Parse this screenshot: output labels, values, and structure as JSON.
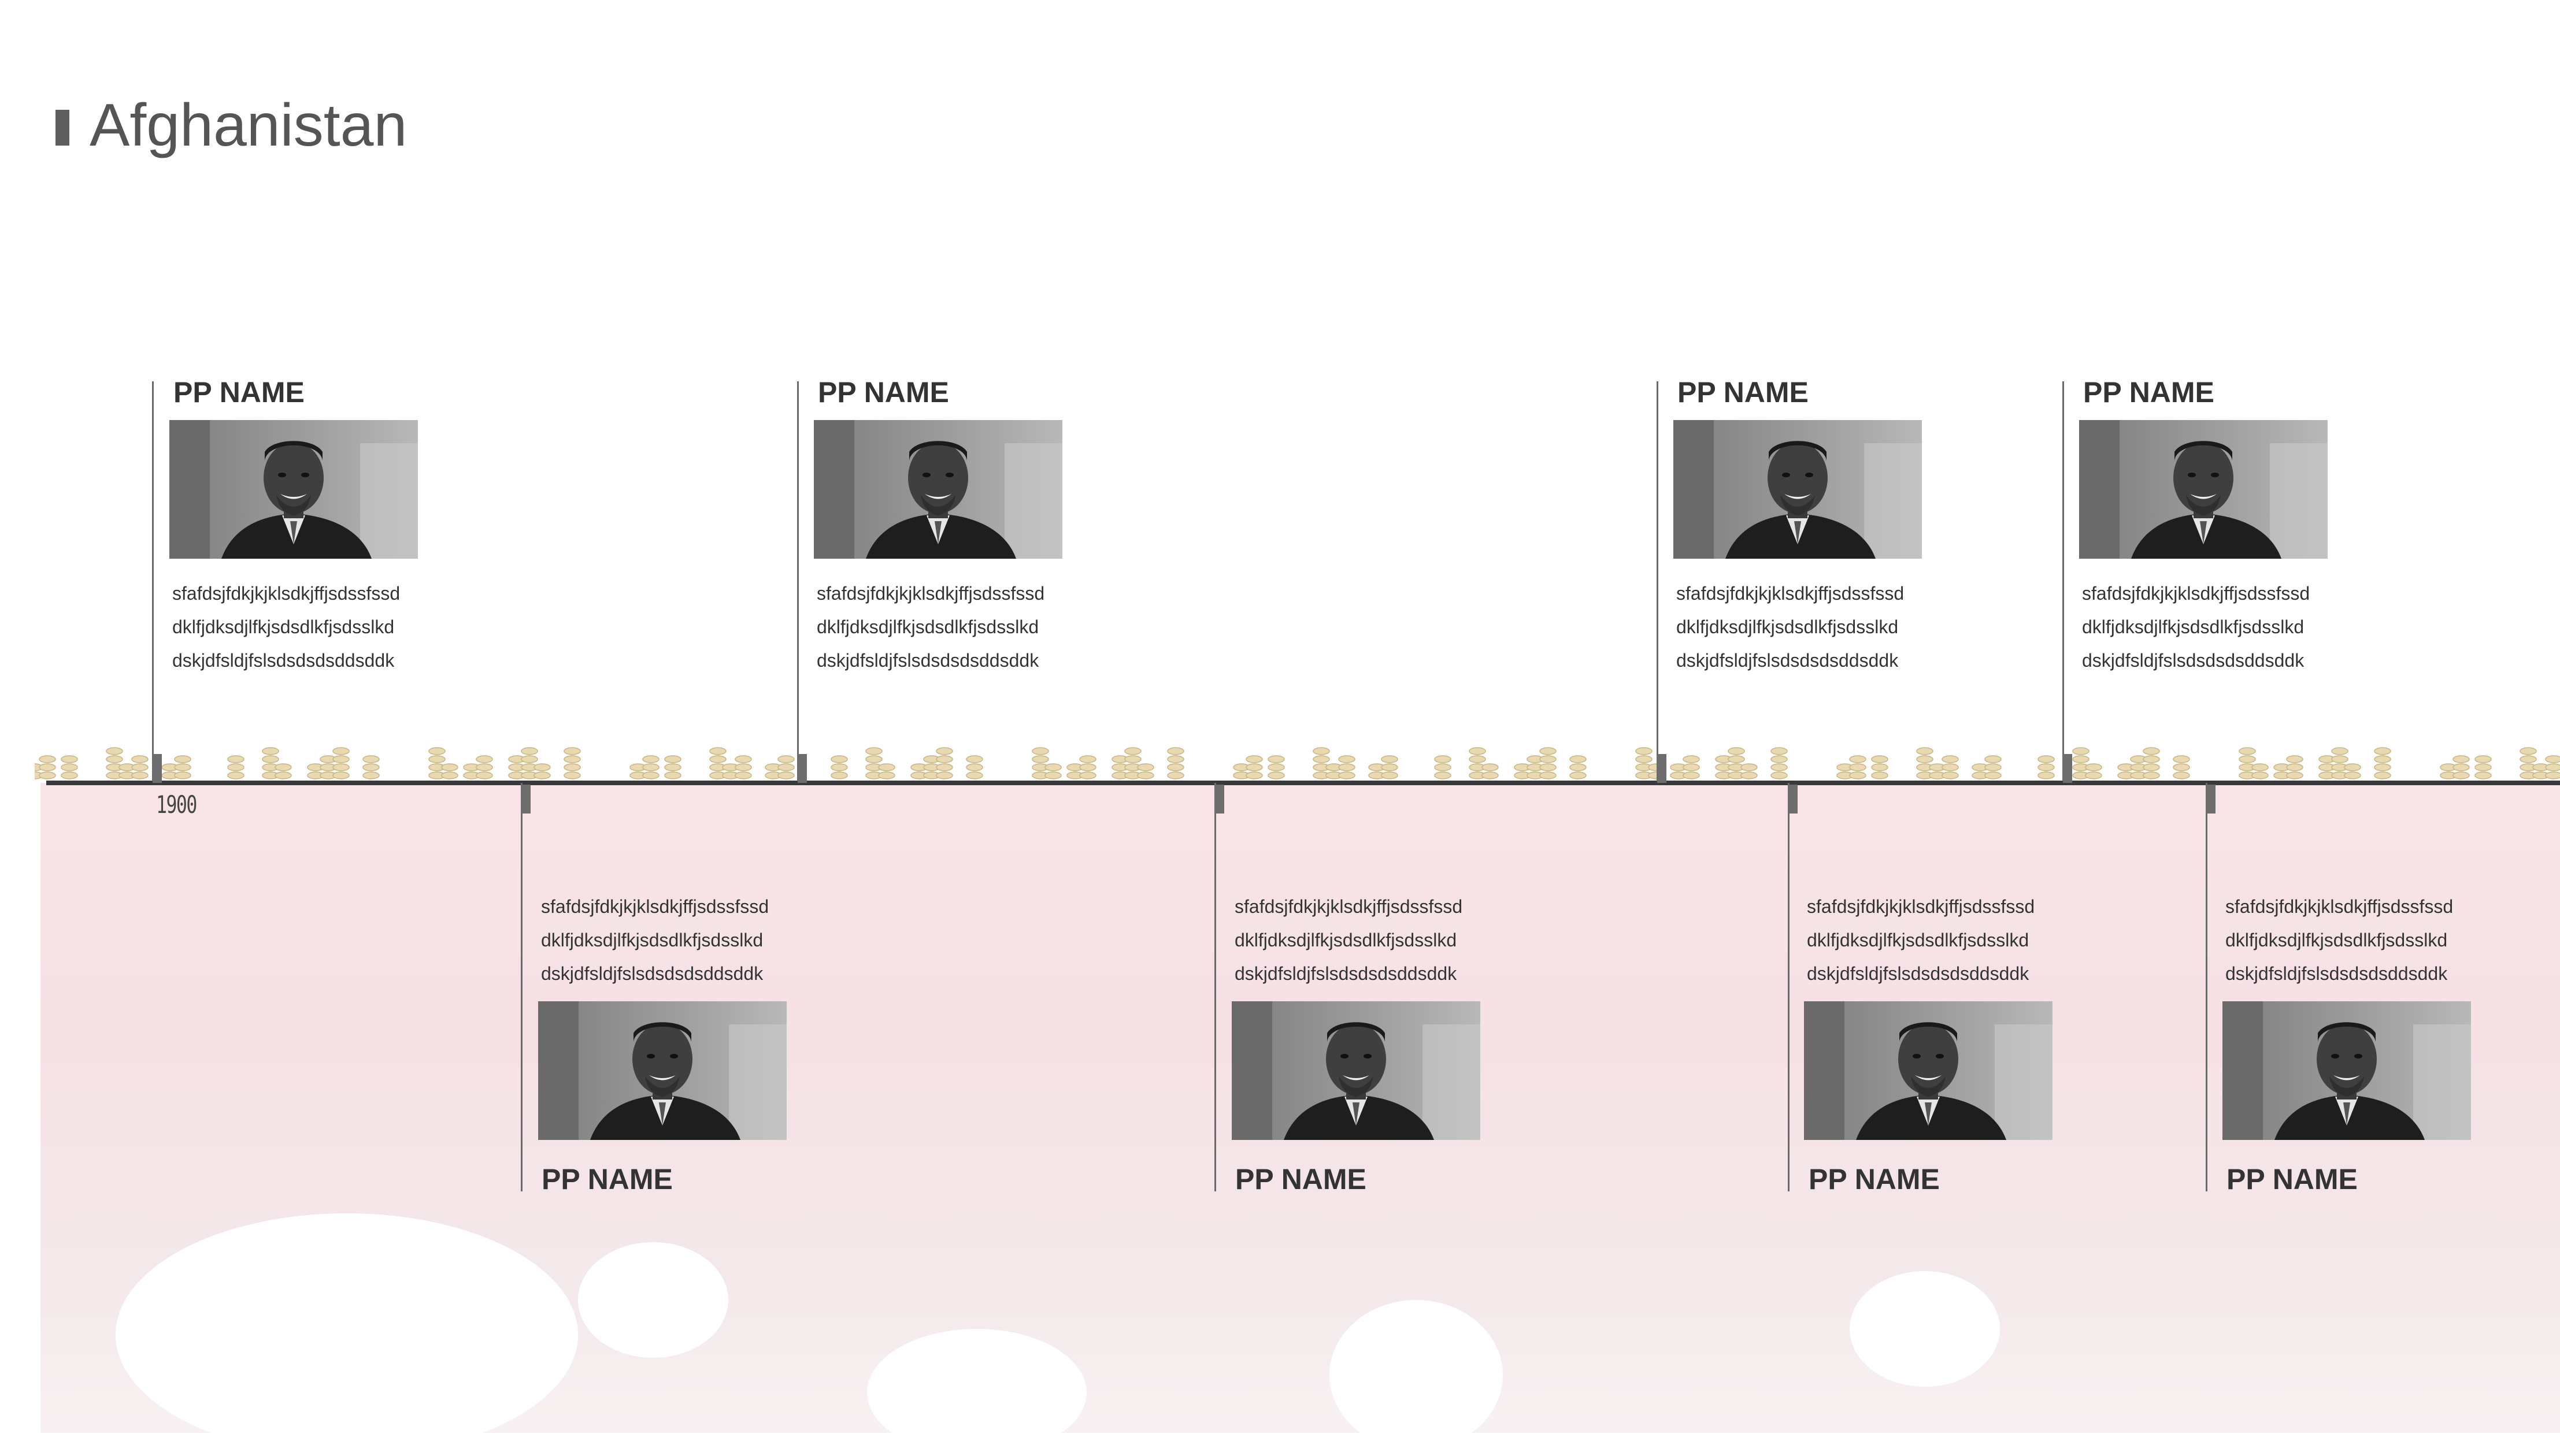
{
  "title": "Afghanistan",
  "axis_label": "1900",
  "top_entries": [
    {
      "name": "PP NAME",
      "lines": [
        "sfafdsjfdkjkjklsdkjffjsdssfssd",
        "dklfjdksdjlfkjsdsdlkfjsdsslkd",
        "dskjdfsldjfslsdsdsdsddsddk"
      ]
    },
    {
      "name": "PP NAME",
      "lines": [
        "sfafdsjfdkjkjklsdkjffjsdssfssd",
        "dklfjdksdjlfkjsdsdlkfjsdsslkd",
        "dskjdfsldjfslsdsdsdsddsddk"
      ]
    },
    {
      "name": "PP NAME",
      "lines": [
        "sfafdsjfdkjkjklsdkjffjsdssfssd",
        "dklfjdksdjlfkjsdsdlkfjsdsslkd",
        "dskjdfsldjfslsdsdsdsddsddk"
      ]
    },
    {
      "name": "PP NAME",
      "lines": [
        "sfafdsjfdkjkjklsdkjffjsdssfssd",
        "dklfjdksdjlfkjsdsdlkfjsdsslkd",
        "dskjdfsldjfslsdsdsdsddsddk"
      ]
    }
  ],
  "bottom_entries": [
    {
      "name": "PP NAME",
      "lines": [
        "sfafdsjfdkjkjklsdkjffjsdssfssd",
        "dklfjdksdjlfkjsdsdlkfjsdsslkd",
        "dskjdfsldjfslsdsdsdsddsddk"
      ]
    },
    {
      "name": "PP NAME",
      "lines": [
        "sfafdsjfdkjkjklsdkjffjsdssfssd",
        "dklfjdksdjlfkjsdsdlkfjsdsslkd",
        "dskjdfsldjfslsdsdsdsddsddk"
      ]
    },
    {
      "name": "PP NAME",
      "lines": [
        "sfafdsjfdkjkjklsdkjffjsdssfssd",
        "dklfjdksdjlfkjsdsdlkfjsdsslkd",
        "dskjdfsldjfslsdsdsdsddsddk"
      ]
    },
    {
      "name": "PP NAME",
      "lines": [
        "sfafdsjfdkjkjklsdkjffjsdssfssd",
        "dklfjdksdjlfkjsdsdlkfjsdsslkd",
        "dskjdfsldjfslsdsdsdsddsddk"
      ]
    }
  ],
  "colors": {
    "axis": "#3a3a3a",
    "title": "#555555",
    "wash": "#f7e4e7",
    "coin": "#e8d9b0"
  },
  "icons": {
    "photo": "portrait-photo",
    "decoration": "coin-stack-icon"
  }
}
